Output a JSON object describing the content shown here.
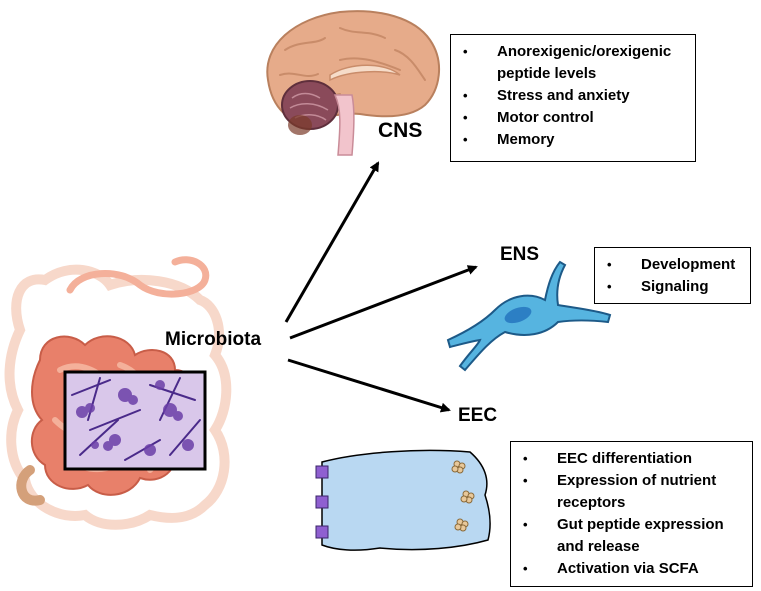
{
  "labels": {
    "microbiota": "Microbiota",
    "cns": "CNS",
    "ens": "ENS",
    "eec": "EEC"
  },
  "cns_box": {
    "items": [
      "Anorexigenic/orexigenic peptide levels",
      "Stress and anxiety",
      "Motor control",
      "Memory"
    ]
  },
  "ens_box": {
    "items": [
      "Development",
      "Signaling"
    ]
  },
  "eec_box": {
    "items": [
      "EEC differentiation",
      "Expression of nutrient receptors",
      "Gut peptide expression and release",
      "Activation via SCFA"
    ]
  },
  "colors": {
    "intestine": "#e8806a",
    "intestine_light": "#f4b09a",
    "brain": "#e6ab8a",
    "cerebellum": "#8a4a5a",
    "brainstem": "#f2c4cc",
    "bacteria_bg": "#d9c7ea",
    "bacteria": "#4a2a8a",
    "neuron": "#56b4e0",
    "neuron_nucleus": "#2c7fc4",
    "eec_cell": "#b9d8f2",
    "eec_bar": "#8f5fd0",
    "granule": "#e8c89a"
  }
}
